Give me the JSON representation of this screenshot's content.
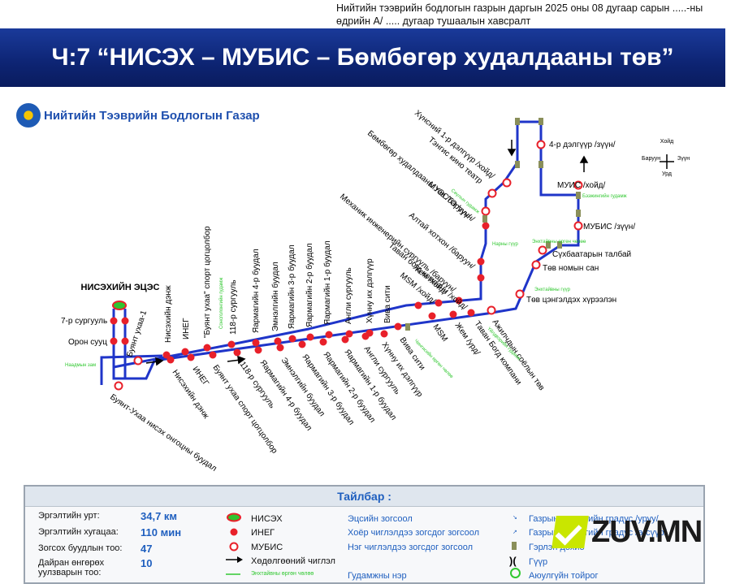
{
  "top_note": {
    "line1": "Нийтийн тээврийн бодлогын газрын даргын 2025 оны 08 дугаар сарын .....-ны",
    "line2": "өдрийн А/ ..... дугаар тушаалын хавсралт"
  },
  "banner": {
    "title": "Ч:7 “НИСЭХ – МУБИС – Бөмбөгөр худалдааны төв”"
  },
  "agency": {
    "name": "Нийтийн Тээврийн Бодлогын Газар"
  },
  "compass": {
    "north": "Хойд",
    "south": "Урд",
    "east": "Зүүн",
    "west": "Баруун"
  },
  "route": {
    "terminal_label": "НИСЭХИЙН ЭЦЭС",
    "stops_left": [
      "7-р сургууль",
      "Орон сууц",
      "Буянт ухаа-1"
    ],
    "stops_upper": [
      "Нисэхийн дэнж",
      "ИНЕГ",
      "\"Буянт ухаа\" спорт цогцолбор",
      "118-р сургууль",
      "Яармагийн 4-р буудал",
      "Эмнэлгийн буудал",
      "Яармагийн 3-р буудал",
      "Яармагийн 2-р буудал",
      "Яармагийн 1-р буудал",
      "Англи сургууль",
      "Хүнну их дэлгүүр",
      "Вива сити"
    ],
    "stops_lower": [
      "Буянт-Ухаа нисэх онгоцны буудал",
      "Нисэхийн дэнж",
      "ИНЕГ",
      "Буянт ухаа спорт цогцолбор",
      "118-р сургууль",
      "Яармагийн 4-р буудал",
      "Эмнэлгийн буудал",
      "Яармагийн 3-р буудал",
      "Яармагийн 2-р буудал",
      "Яармагийн 1-р буудал",
      "Англи сургууль",
      "Хүнну их дэлгүүр",
      "Вива сити",
      "MSM",
      "Жем /урд/",
      "Таван Богд компани",
      "Ажилчдын соёлын төв"
    ],
    "stops_middle": [
      "MSM /хойд/",
      "Жем /хойд/",
      "Таван богд компани /хойд/",
      "Механик инженерийн сургууль /баруун/",
      "Алтай хотхон /баруун/",
      "МУЭСТО /зүүн/",
      "Бөмбөгөр худалдааны төв /баруун/",
      "Тэнгис кино театр",
      "Хүнсний 1-р дэлгүүр /хойд/"
    ],
    "stops_right": [
      "4-р дэлгүүр /зүүн/",
      "МУИС /хойд/",
      "МУБИС /зүүн/",
      "Сүхбаатарын талбай",
      "Төв номын сан",
      "Төв цэнгэлдэх хүрээлэн"
    ],
    "street_names": [
      "Энхтайвны өргөн чөлөө",
      "Бээжингийн гудамж",
      "Энхтайвны гүүр",
      "Наадмын зам",
      "Сөүлын гудамж",
      "Нарны гүүр",
      "Сонсголонгийн гудамж",
      "Чингисийн өргөн чөлөө",
      "Үйлдвэрийн гудамж"
    ]
  },
  "legend": {
    "title": "Тайлбар :",
    "stats": [
      {
        "label": "Эргэлтийн урт:",
        "value": "34,7 км"
      },
      {
        "label": "Эргэлтийн хугацаа:",
        "value": "110 мин"
      },
      {
        "label": "Зогсох буудлын тоо:",
        "value": "47"
      },
      {
        "label": "Дайран өнгөрөх уулзварын тоо:",
        "value": "10"
      }
    ],
    "symbols": [
      "НИСЭХ",
      "ИНЕГ",
      "МУБИС",
      "Хөдөлгөөний чиглэл",
      "Энхтайвны өргөн чөлөө"
    ],
    "descriptions": [
      "Эцсийн зогсоол",
      "Хоёр чиглэлдээ зогсдог зогсоол",
      "Нэг чиглэлдээ зогсдог зогсоол",
      "Гудамжны нэр"
    ],
    "right": [
      "Газрын налуугийн градус /уруу/",
      "Газрын налуугийн градус /өгсүүр/",
      "Гэрлэн дохио",
      "Гүүр",
      "Аюулгүйн тойрог"
    ]
  },
  "watermark": {
    "text": "ZUV.MN"
  },
  "colors": {
    "route": "#1f35c9",
    "stop_red": "#e8202a",
    "banner": "#0d2473",
    "street": "#32c832",
    "accent_blue": "#1f5fbf"
  }
}
